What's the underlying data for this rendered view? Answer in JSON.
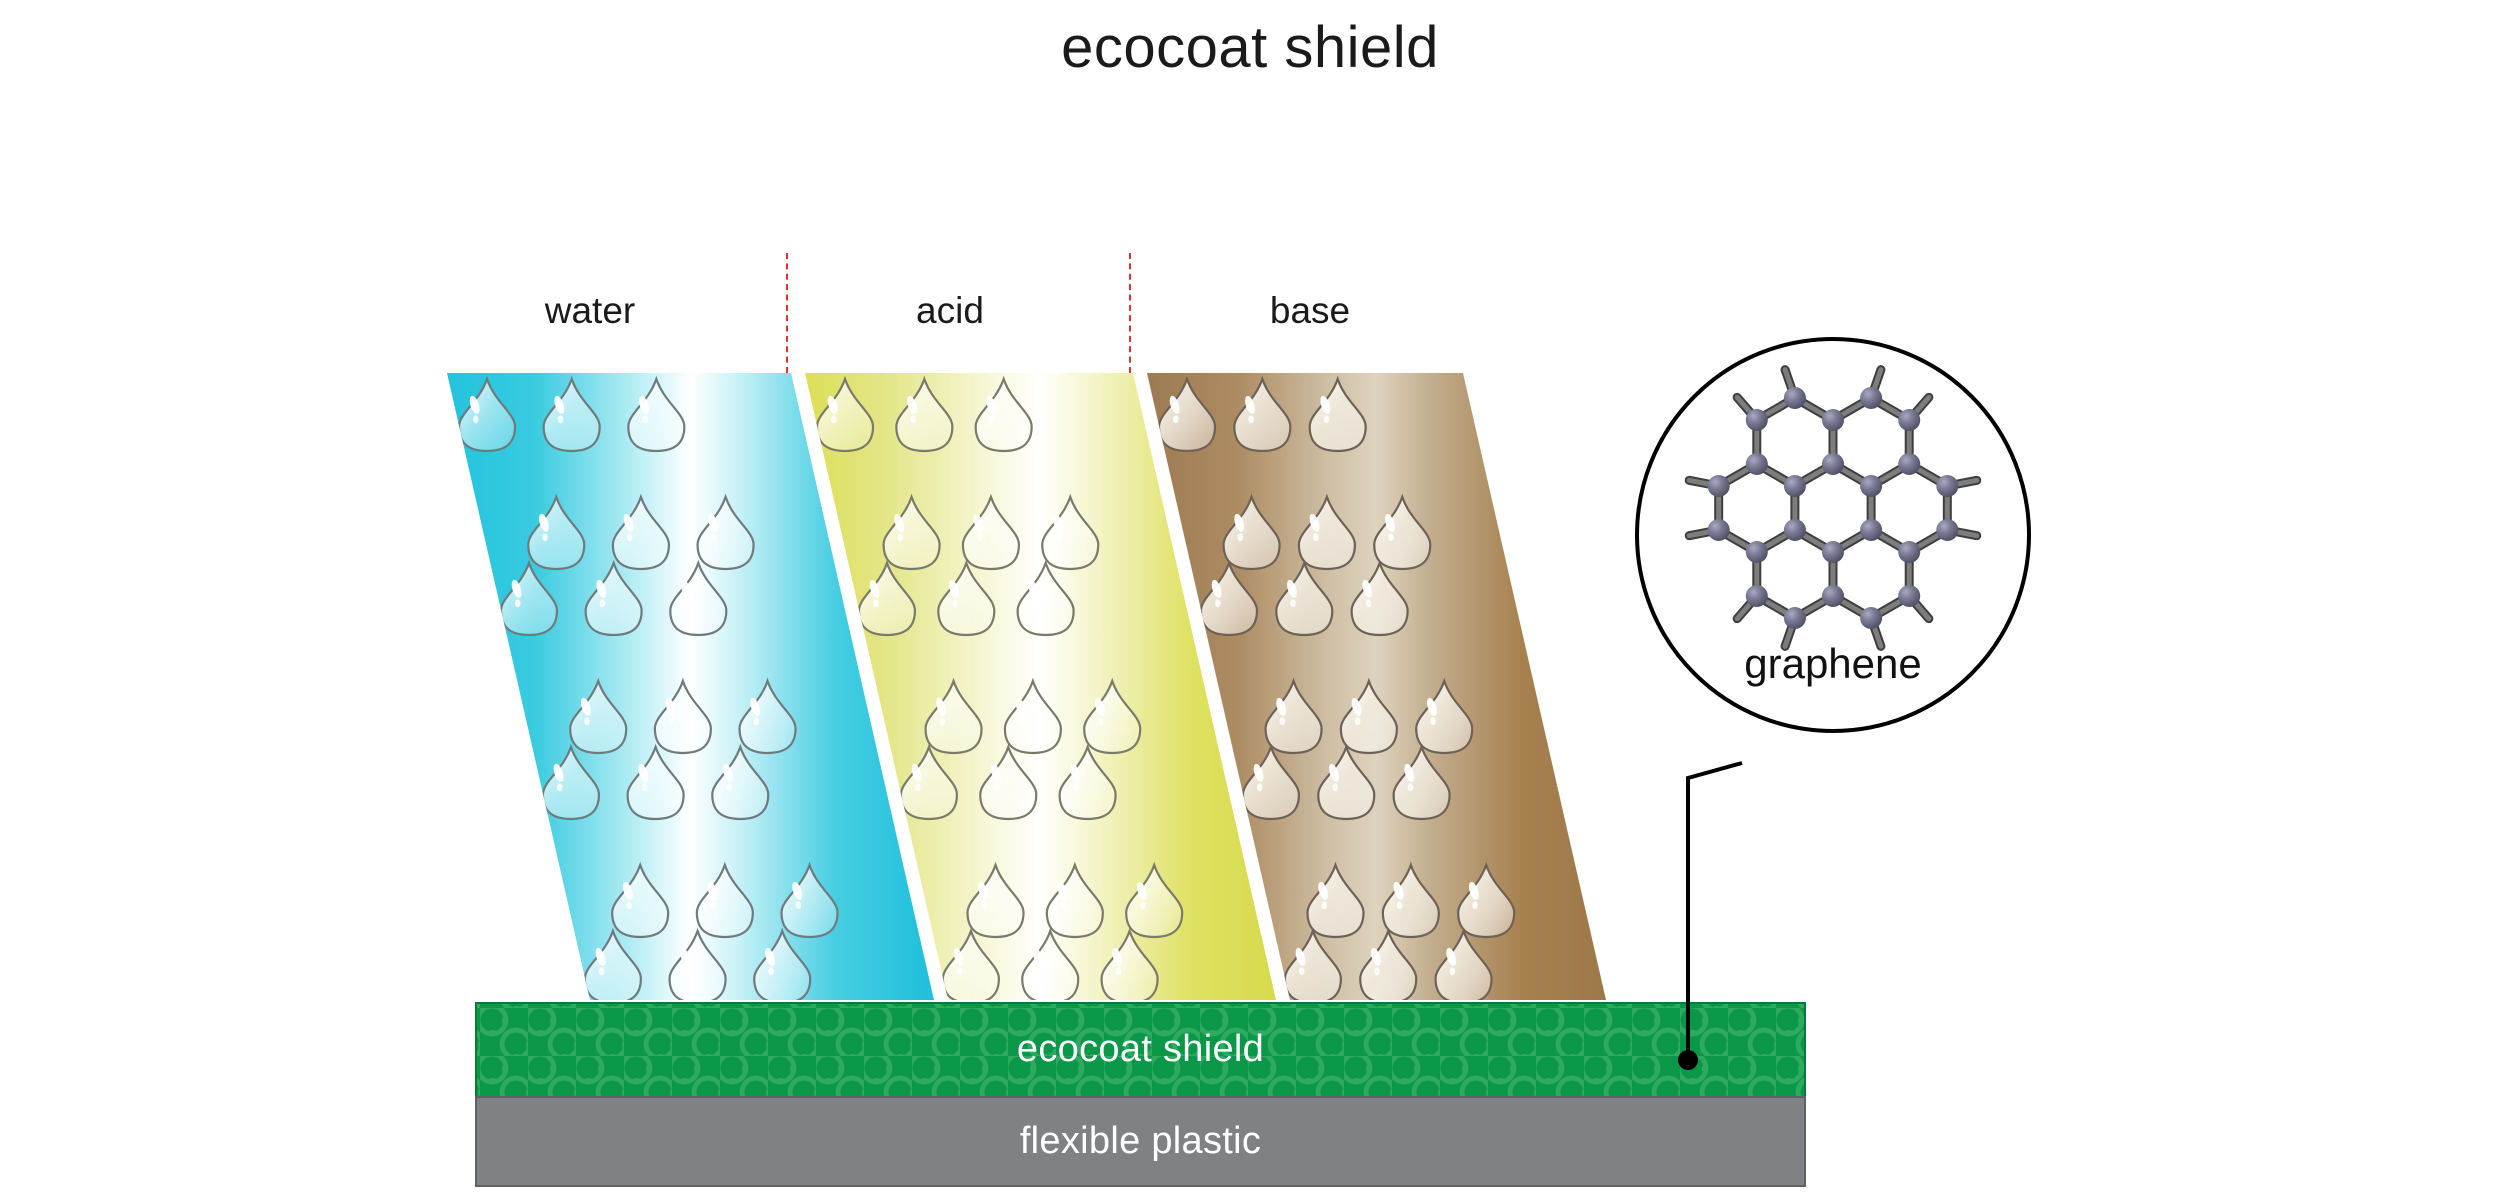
{
  "title": "ecocoat shield",
  "panels": [
    {
      "id": "water",
      "label": "water",
      "color_top": "#2fc6de",
      "color_mid": "#ffffff",
      "icon": "water-droplet-icon"
    },
    {
      "id": "acid",
      "label": "acid",
      "color_top": "#dde05a",
      "color_mid": "#fdfdf0",
      "icon": "acid-droplet-icon"
    },
    {
      "id": "base",
      "label": "base",
      "color_top": "#a8835b",
      "color_mid": "#e6ddd0",
      "icon": "base-droplet-icon"
    }
  ],
  "dividers": [
    {
      "name": "divider-water-acid"
    },
    {
      "name": "divider-acid-base"
    }
  ],
  "layers": [
    {
      "id": "coating",
      "label": "ecocoat shield",
      "color": "#0a9748",
      "pattern_color": "#2fa860",
      "text_color": "#ffffff"
    },
    {
      "id": "substrate",
      "label": "flexible plastic",
      "color": "#7f8184",
      "text_color": "#ffffff"
    }
  ],
  "callout": {
    "label": "graphene",
    "circle_stroke": "#000000",
    "atom_color": "#6b6b86",
    "bond_color": "#595959",
    "leader_color": "#000000",
    "anchor_name": "callout-anchor-dot"
  },
  "colors": {
    "background": "#ffffff",
    "title_text": "#1a1a1a",
    "divider_red": "#e03030"
  }
}
